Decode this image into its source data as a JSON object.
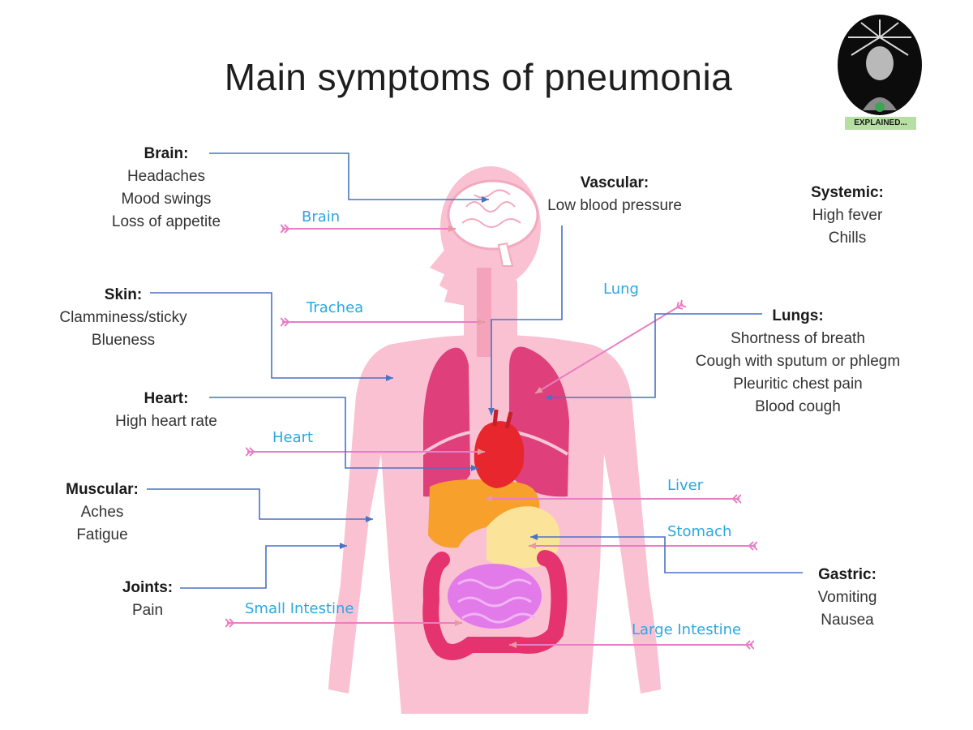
{
  "title": "Main symptoms of pneumonia",
  "logo_text": "EXPLAINED...",
  "colors": {
    "body": "#f9c1d2",
    "lungs": "#df3f7a",
    "heart": "#e8262e",
    "liver": "#f7a12c",
    "stomach": "#fbe39a",
    "small_intestine": "#e27ae9",
    "large_intestine": "#e5336f",
    "organ_label": "#2aa8e0",
    "pink_arrow": "#e87ec4",
    "blue_line": "#4a72c4"
  },
  "symptoms": {
    "brain": {
      "heading": "Brain:",
      "lines": [
        "Headaches",
        "Mood swings",
        "Loss of appetite"
      ]
    },
    "skin": {
      "heading": "Skin:",
      "lines": [
        "Clamminess/sticky",
        "Blueness"
      ]
    },
    "heart": {
      "heading": "Heart:",
      "lines": [
        "High heart rate"
      ]
    },
    "muscular": {
      "heading": "Muscular:",
      "lines": [
        "Aches",
        "Fatigue"
      ]
    },
    "joints": {
      "heading": "Joints:",
      "lines": [
        "Pain"
      ]
    },
    "vascular": {
      "heading": "Vascular:",
      "lines": [
        "Low blood pressure"
      ]
    },
    "systemic": {
      "heading": "Systemic:",
      "lines": [
        "High fever",
        "Chills"
      ]
    },
    "lungs": {
      "heading": "Lungs:",
      "lines": [
        "Shortness of breath",
        "Cough with sputum or phlegm",
        "Pleuritic chest pain",
        "Blood cough"
      ]
    },
    "gastric": {
      "heading": "Gastric:",
      "lines": [
        "Vomiting",
        "Nausea"
      ]
    }
  },
  "organs": {
    "brain": "Brain",
    "trachea": "Trachea",
    "heart": "Heart",
    "small_intestine": "Small Intestine",
    "lung": "Lung",
    "liver": "Liver",
    "stomach": "Stomach",
    "large_intestine": "Large Intestine"
  }
}
